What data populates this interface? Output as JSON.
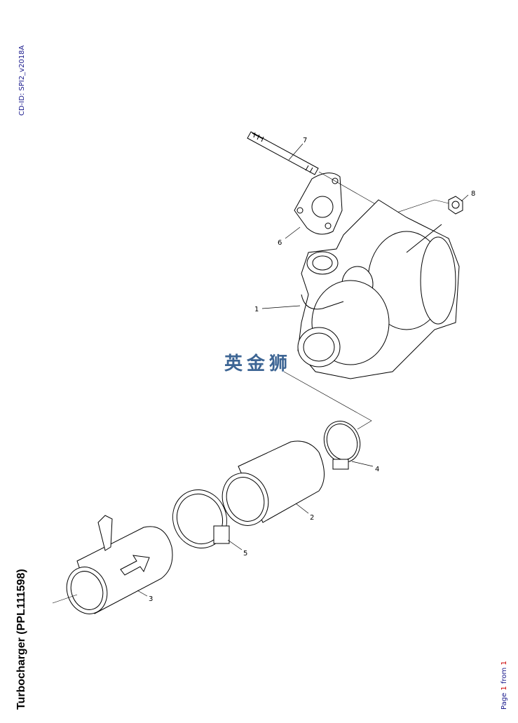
{
  "document": {
    "cd_id": "CD-ID: SPI2_v2018A",
    "title": "Turbocharger (PPL111598)",
    "page": {
      "prefix": "Page",
      "current": "1",
      "sep": "from",
      "total": "1"
    },
    "watermark": "英金狮"
  },
  "callouts": [
    "1",
    "2",
    "3",
    "4",
    "5",
    "6",
    "7",
    "8"
  ]
}
